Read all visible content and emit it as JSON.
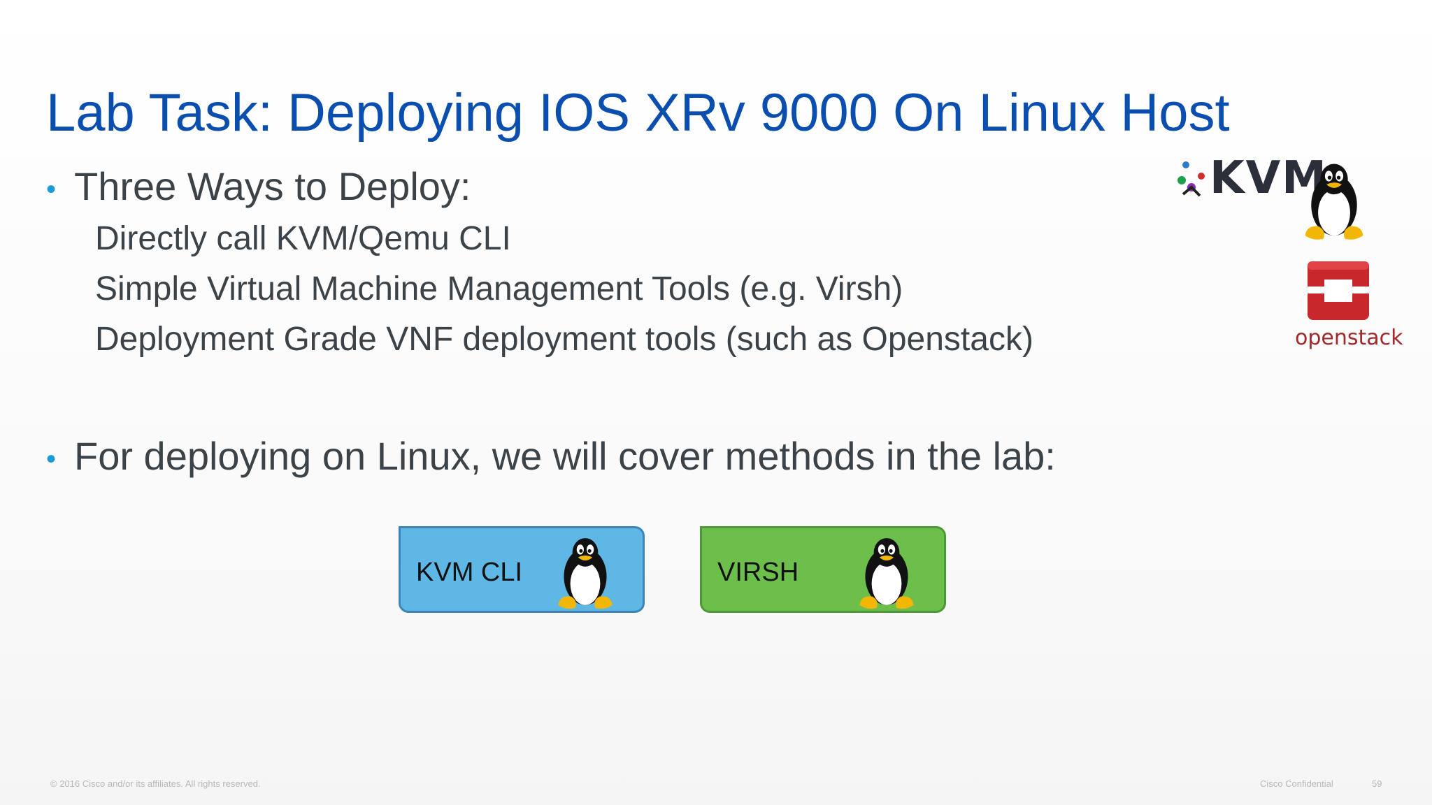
{
  "slide": {
    "title": "Lab Task:  Deploying IOS XRv 9000 On Linux Host",
    "bullets": [
      {
        "text": "Three Ways to Deploy:",
        "subitems": [
          "Directly call KVM/Qemu CLI",
          "Simple Virtual Machine Management Tools (e.g. Virsh)",
          "Deployment Grade VNF deployment tools (such as Openstack)"
        ]
      },
      {
        "text": "For deploying on Linux, we will cover methods in the lab:"
      }
    ],
    "methods": [
      {
        "label": "KVM CLI",
        "color": "#5fb7e6",
        "icon": "tux-penguin-icon"
      },
      {
        "label": "VIRSH",
        "color": "#6cbf4a",
        "icon": "tux-penguin-icon"
      }
    ],
    "logos": {
      "kvm": "KVM",
      "openstack": "openstack"
    },
    "bullet_glyph": "•",
    "accent_color": "#0a4fb0",
    "bullet_color": "#1a9ad6"
  },
  "footer": {
    "copyright": "© 2016 Cisco and/or its affiliates. All rights reserved.",
    "confidential": "Cisco Confidential",
    "page_number": "59"
  }
}
